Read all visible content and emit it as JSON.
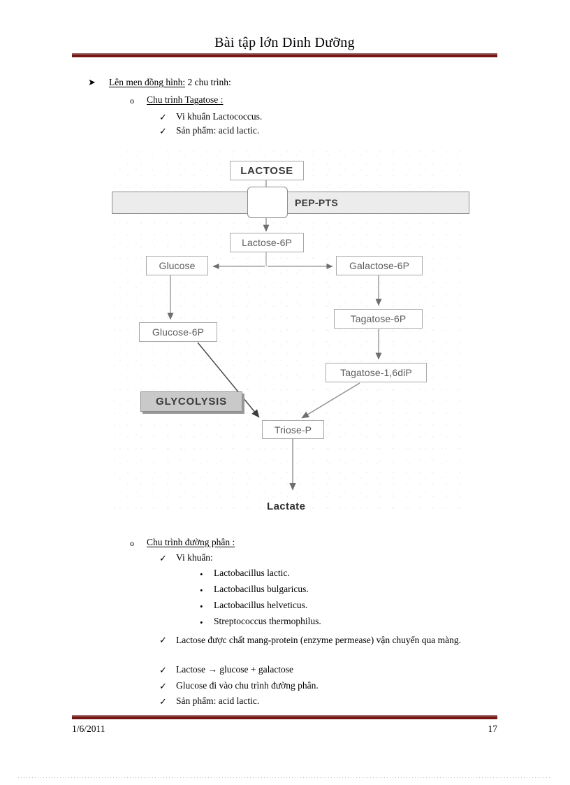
{
  "header": {
    "title": "Bài tập lớn Dinh Dưỡng"
  },
  "content": {
    "level1": {
      "marker": "➤",
      "underlined": "Lên men  đồng hình:",
      "rest": " 2 chu trình:"
    },
    "section1": {
      "marker": "o",
      "underlined": "Chu trình  Tagatose :",
      "items": [
        {
          "marker": "✓",
          "text": "Vi khuẩn  Lactococcus."
        },
        {
          "marker": "✓",
          "text": "Sản phẩm:  acid lactic."
        }
      ]
    },
    "section2": {
      "marker": "o",
      "underlined": "Chu trình  đường phân :",
      "bacteria_heading": {
        "marker": "✓",
        "text": "Vi khuẩn:"
      },
      "bacteria": [
        {
          "marker": "•",
          "text": "Lactobacillus   lactic."
        },
        {
          "marker": "•",
          "text": "Lactobacillus   bulgaricus."
        },
        {
          "marker": "•",
          "text": "Lactobacillus   helveticus."
        },
        {
          "marker": "•",
          "text": "Streptococcus  thermophilus."
        }
      ],
      "notes": [
        {
          "marker": "✓",
          "text": "Lactose được chất mang-protein  (enzyme  permease) vận chuyển  qua màng."
        },
        {
          "marker": "✓",
          "text": "Lactose  → glucose  + galactose"
        },
        {
          "marker": "✓",
          "text": "Glucose  đi vào chu trình  đường phân."
        },
        {
          "marker": "✓",
          "text": "Sản phẩm:  acid lactic."
        }
      ]
    }
  },
  "diagram": {
    "type": "pathway",
    "title": "Tagatose pathway / Lactose PEP-PTS",
    "membrane_label": "PEP-PTS",
    "nodes": [
      {
        "id": "lactose",
        "label": "LACTOSE",
        "style": "bold-box"
      },
      {
        "id": "lactose6p",
        "label": "Lactose-6P",
        "style": "box"
      },
      {
        "id": "glucose",
        "label": "Glucose",
        "style": "box"
      },
      {
        "id": "galactose6p",
        "label": "Galactose-6P",
        "style": "box"
      },
      {
        "id": "glucose6p",
        "label": "Glucose-6P",
        "style": "box"
      },
      {
        "id": "tagatose6p",
        "label": "Tagatose-6P",
        "style": "box"
      },
      {
        "id": "tagatose16dip",
        "label": "Tagatose-1,6diP",
        "style": "box"
      },
      {
        "id": "triosep",
        "label": "Triose-P",
        "style": "box"
      },
      {
        "id": "glycolysis",
        "label": "GLYCOLYSIS",
        "style": "shaded-box"
      },
      {
        "id": "lactate",
        "label": "Lactate",
        "style": "bold-text"
      }
    ],
    "edges": [
      {
        "from": "lactose",
        "to": "lactose6p"
      },
      {
        "from": "lactose6p",
        "to": "glucose"
      },
      {
        "from": "lactose6p",
        "to": "galactose6p"
      },
      {
        "from": "glucose",
        "to": "glucose6p"
      },
      {
        "from": "galactose6p",
        "to": "tagatose6p"
      },
      {
        "from": "tagatose6p",
        "to": "tagatose16dip"
      },
      {
        "from": "glucose6p",
        "to": "triosep"
      },
      {
        "from": "tagatose16dip",
        "to": "triosep"
      },
      {
        "from": "triosep",
        "to": "lactate"
      }
    ]
  },
  "footer": {
    "date": "1/6/2011",
    "page_number": "17"
  }
}
